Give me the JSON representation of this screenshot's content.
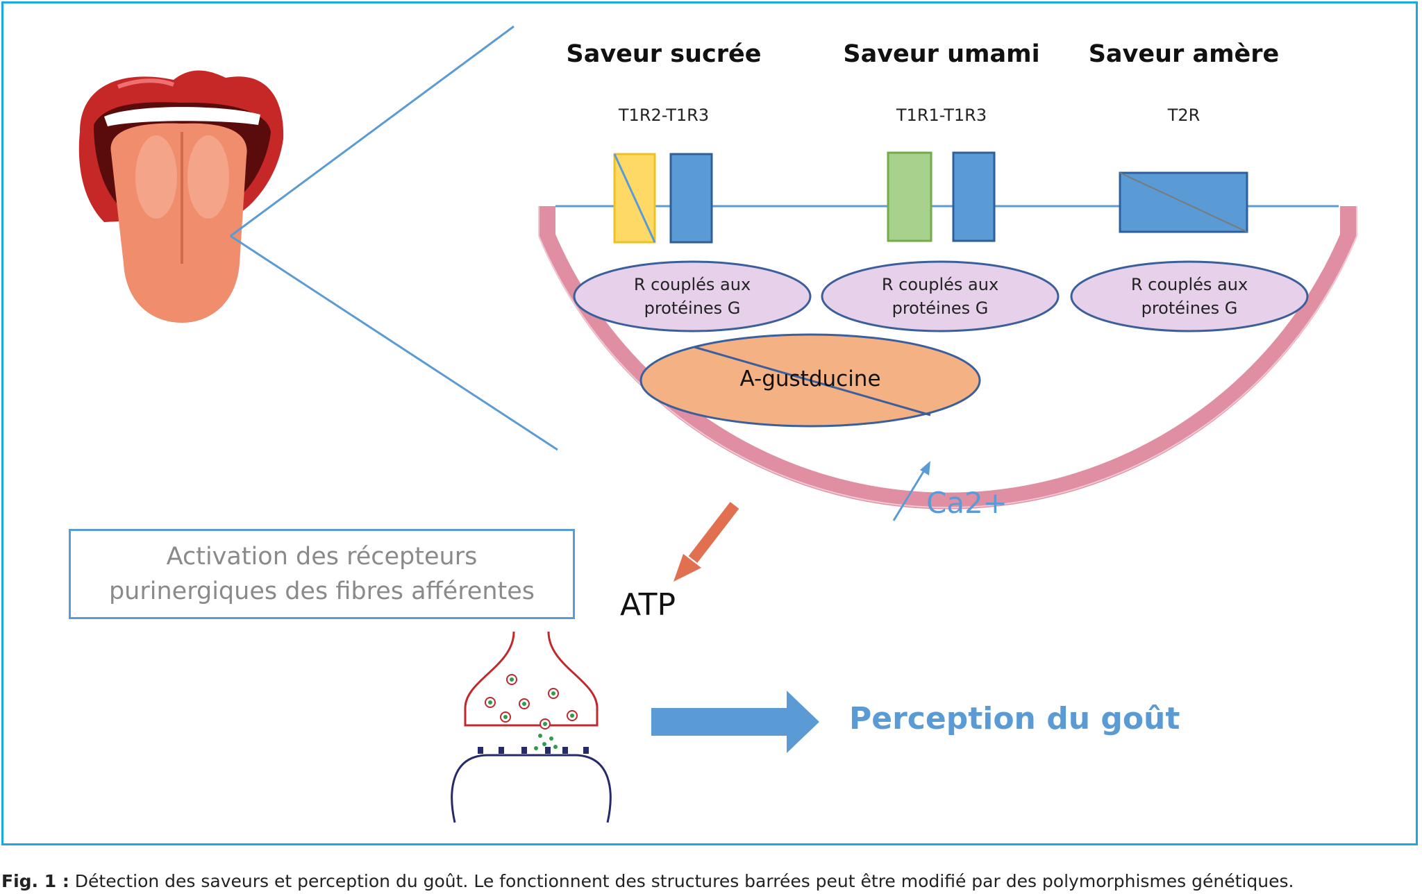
{
  "tastes": [
    {
      "title": "Saveur sucrée",
      "receptor": "T1R2-T1R3",
      "gpcr_label_line1": "R couplés aux",
      "gpcr_label_line2": "protéines G"
    },
    {
      "title": "Saveur umami",
      "receptor": "T1R1-T1R3",
      "gpcr_label_line1": "R couplés aux",
      "gpcr_label_line2": "protéines G"
    },
    {
      "title": "Saveur amère",
      "receptor": "T2R",
      "gpcr_label_line1": "R couplés aux",
      "gpcr_label_line2": "protéines G"
    }
  ],
  "gustducin_label": "A-gustducine",
  "calcium_label": "Ca2+",
  "atp_label": "ATP",
  "activation_box": {
    "line1": "Activation des récepteurs",
    "line2": "purinergiques des fibres afférentes"
  },
  "perception_label": "Perception du goût",
  "caption": {
    "prefix": "Fig. 1 :",
    "text": " Détection des saveurs et perception du goût. Le fonctionnent des structures barrées peut être modifié par des polymorphismes génétiques."
  },
  "colors": {
    "frame": "#19a8e0",
    "membrane_line": "#5b9bd5",
    "cell_wall": "#e08fa3",
    "sweet_receptor": "#ffd966",
    "umami_receptor": "#a9d18e",
    "receptor_blue": "#5b9bd5",
    "gpcr_ellipse": "#e6d0ea",
    "gustducin": "#f4b183",
    "atp_arrow": "#e07050",
    "perception_arrow": "#5b9bd5"
  }
}
